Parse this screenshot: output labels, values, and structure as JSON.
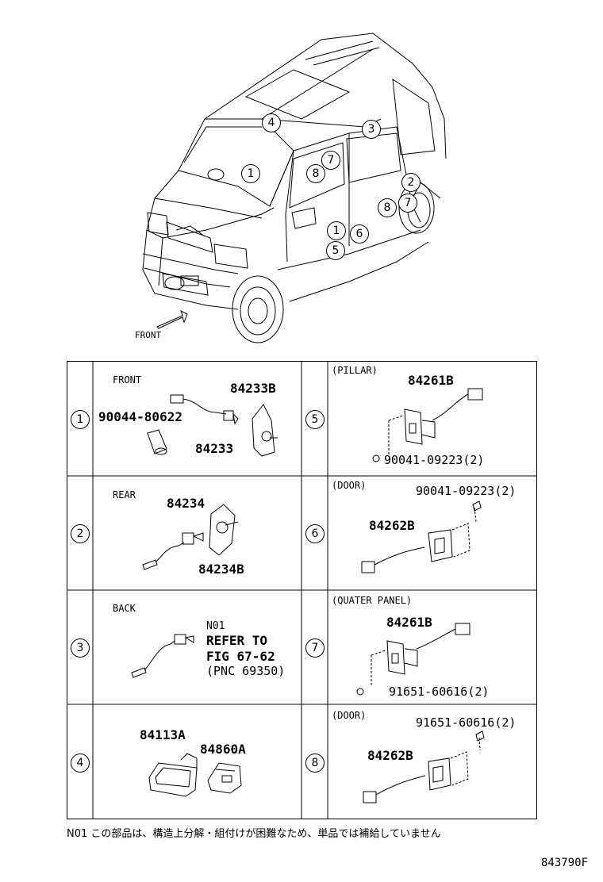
{
  "illustration": {
    "front_label": "FRONT",
    "callouts": [
      "4",
      "3",
      "1",
      "8",
      "7",
      "2",
      "7",
      "8",
      "1",
      "6",
      "5"
    ]
  },
  "rows": [
    {
      "no": "1",
      "left": {
        "section": "FRONT",
        "parts": [
          "84233B",
          "90044-80622",
          "84233"
        ]
      },
      "right_no": "5",
      "right": {
        "section": "(PILLAR)",
        "parts": [
          "84261B",
          "90041-09223(2)"
        ]
      }
    },
    {
      "no": "2",
      "left": {
        "section": "REAR",
        "parts": [
          "84234",
          "84234B"
        ]
      },
      "right_no": "6",
      "right": {
        "section": "(DOOR)",
        "parts": [
          "90041-09223(2)",
          "84262B"
        ]
      }
    },
    {
      "no": "3",
      "left": {
        "section": "BACK",
        "note_code": "N01",
        "note_lines": [
          "REFER TO",
          "FIG 67-62",
          "(PNC 69350)"
        ]
      },
      "right_no": "7",
      "right": {
        "section": "(QUATER PANEL)",
        "parts": [
          "84261B",
          "91651-60616(2)"
        ]
      }
    },
    {
      "no": "4",
      "left": {
        "parts": [
          "84113A",
          "84860A"
        ]
      },
      "right_no": "8",
      "right": {
        "section": "(DOOR)",
        "parts": [
          "91651-60616(2)",
          "84262B"
        ]
      }
    }
  ],
  "footnote": "N01 この部品は、構造上分解・組付けが困難なため、単品では補給していません",
  "diagram_id": "843790F"
}
